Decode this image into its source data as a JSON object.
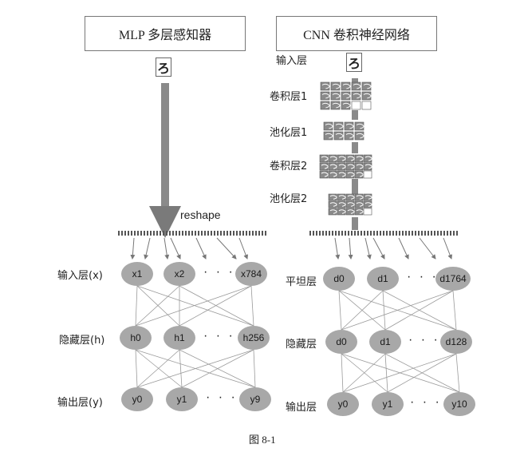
{
  "mlp": {
    "title": "MLP 多层感知器",
    "reshape_label": "reshape",
    "layers": {
      "input": "输入层(x)",
      "hidden": "隐藏层(h)",
      "output": "输出层(y)"
    },
    "input_nodes": [
      "x1",
      "x2",
      "x784"
    ],
    "hidden_nodes": [
      "h0",
      "h1",
      "h256"
    ],
    "output_nodes": [
      "y0",
      "y1",
      "y9"
    ],
    "ellipsis": "· · ·"
  },
  "cnn": {
    "title": "CNN 卷积神经网络",
    "stages": [
      "输入层",
      "卷积层1",
      "池化层1",
      "卷积层2",
      "池化层2"
    ],
    "layers": {
      "flat": "平坦层",
      "hidden": "隐藏层",
      "output": "输出层"
    },
    "flat_nodes": [
      "d0",
      "d1",
      "d1764"
    ],
    "hidden_nodes": [
      "d0",
      "d1",
      "d128"
    ],
    "output_nodes": [
      "y0",
      "y1",
      "y10"
    ],
    "ellipsis": "· · ·"
  },
  "digit_glyph": "ろ",
  "caption": "图 8-1",
  "colors": {
    "node_fill": "#a8a8a8",
    "arrow_gray": "#8a8a8a",
    "line_gray": "#9a9a9a"
  }
}
